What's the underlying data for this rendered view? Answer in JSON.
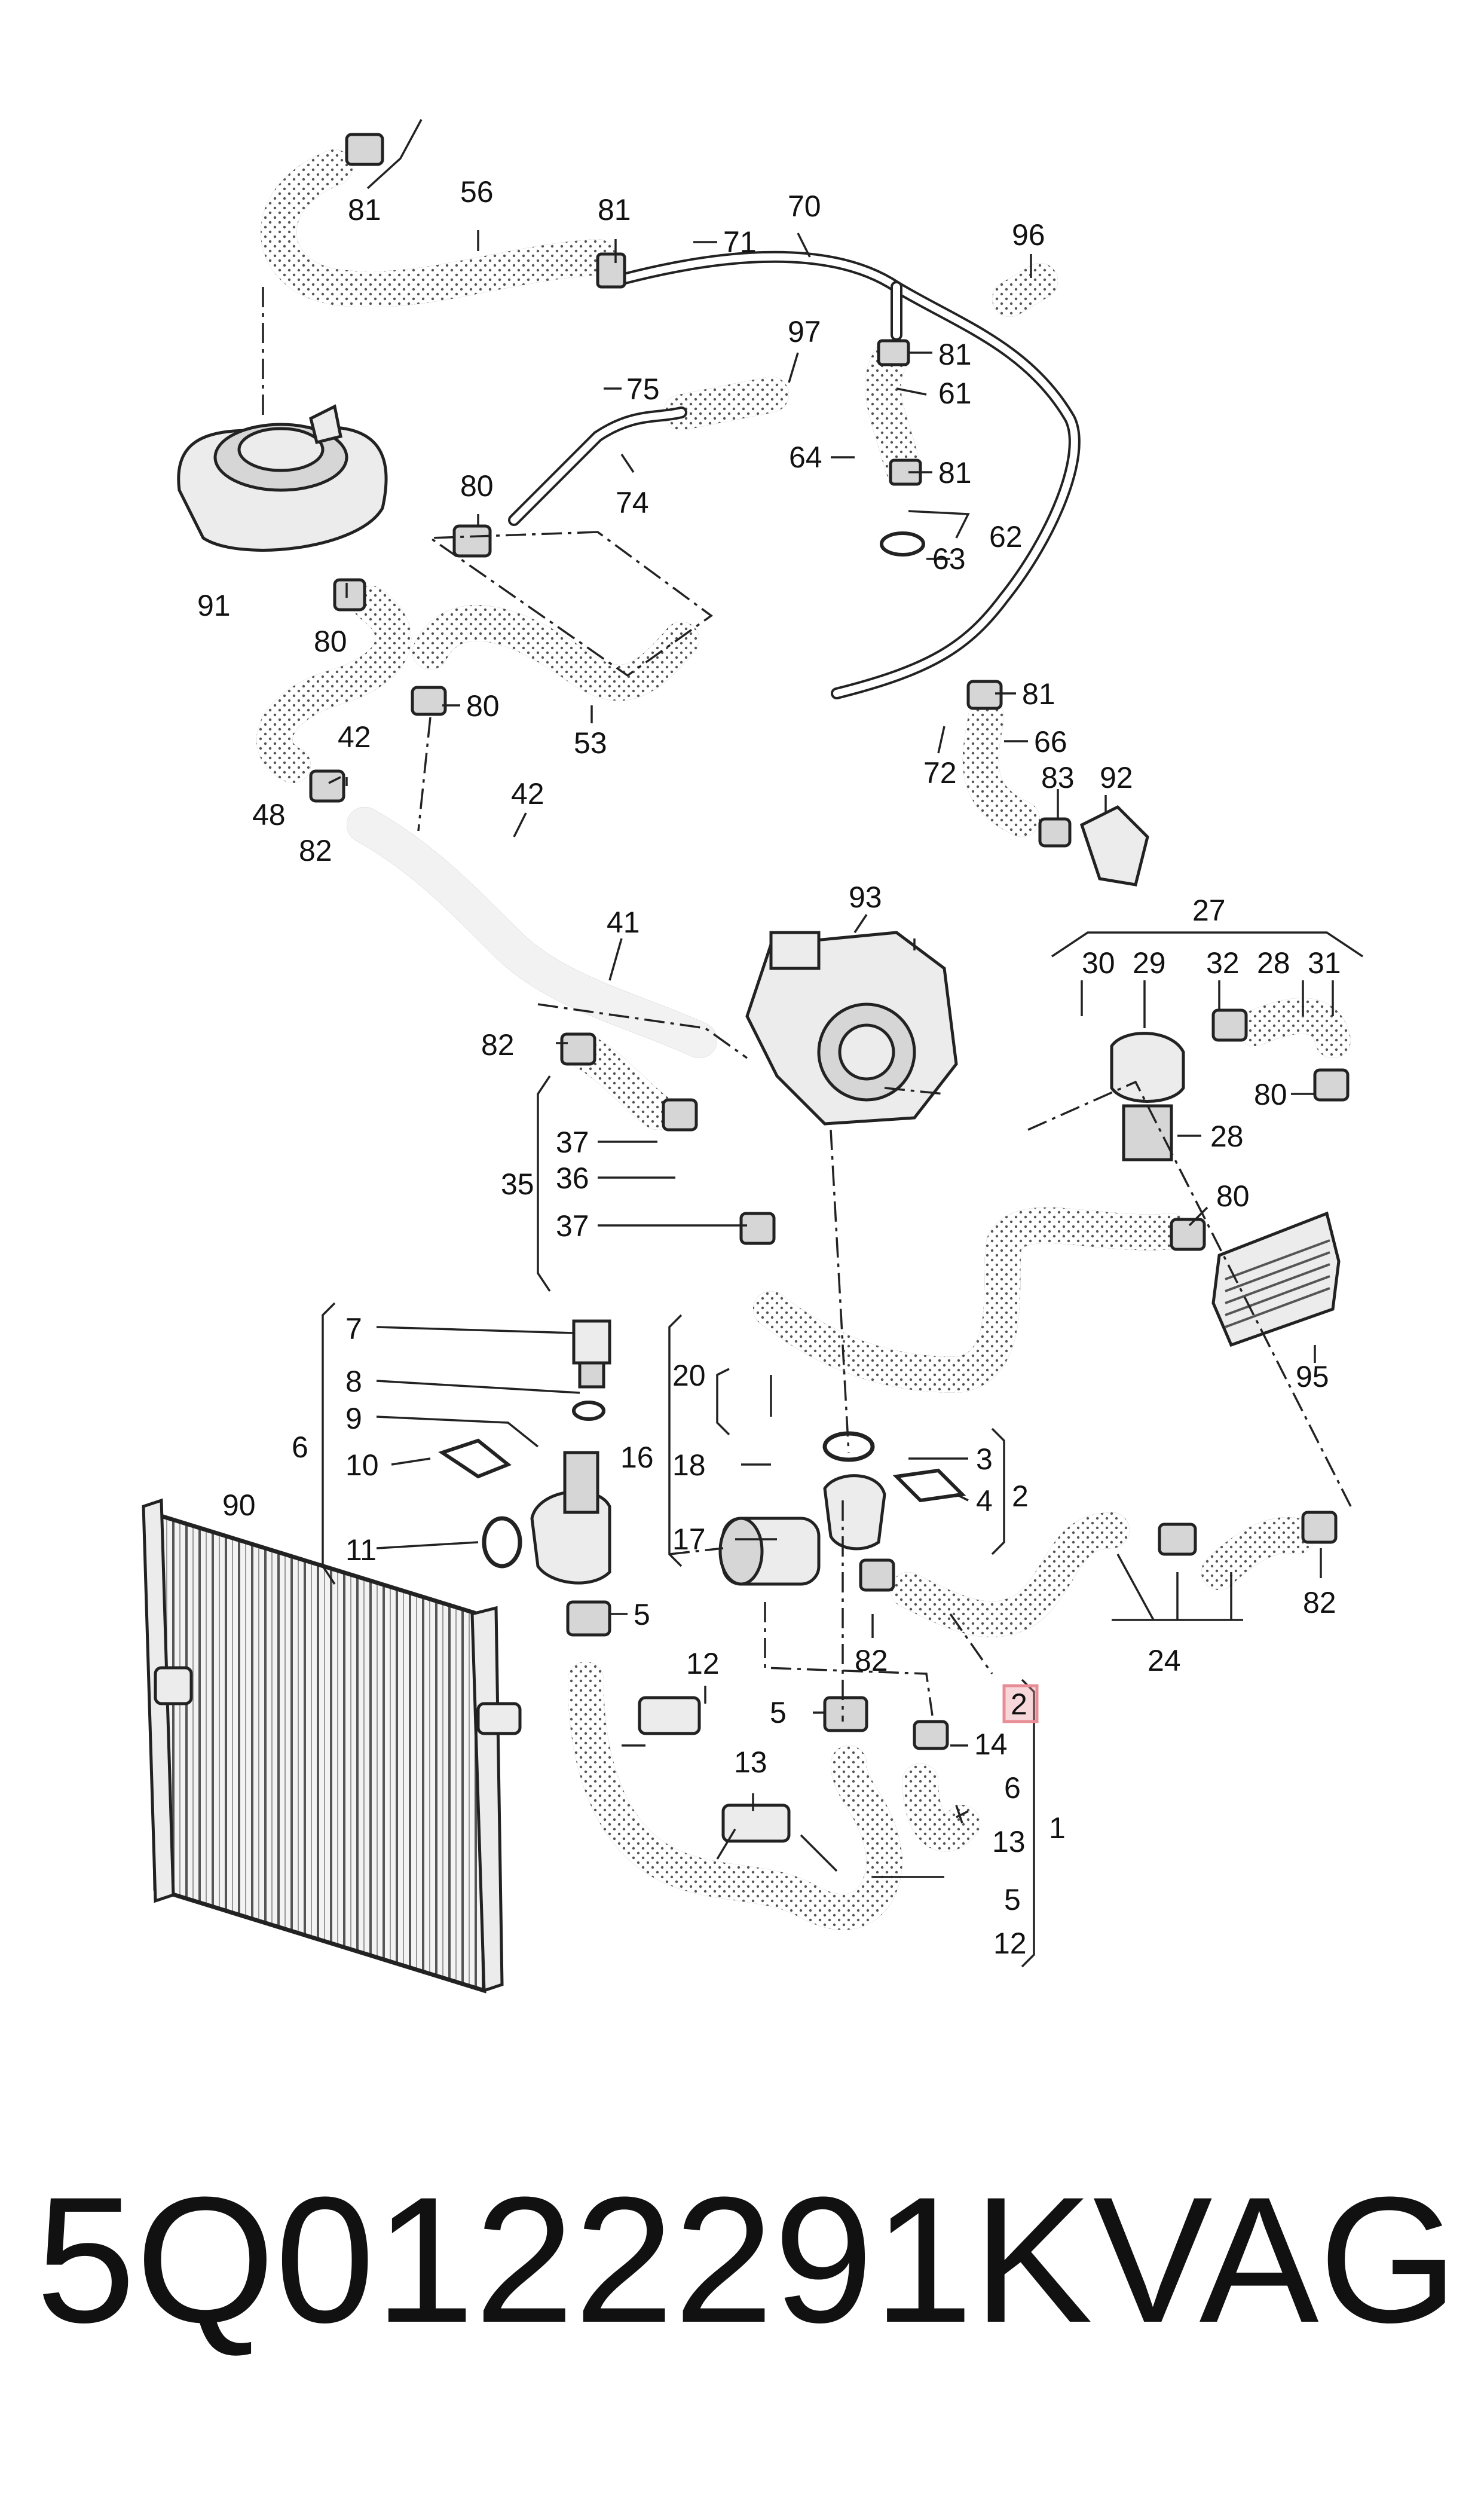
{
  "footer": {
    "part_number": "5Q0122291K",
    "brand": "VAG"
  },
  "highlight_color": "#e88d96",
  "callouts": [
    {
      "id": "c81a",
      "text": "81"
    },
    {
      "id": "c56",
      "text": "56"
    },
    {
      "id": "c81b",
      "text": "81"
    },
    {
      "id": "c71",
      "text": "71"
    },
    {
      "id": "c70",
      "text": "70"
    },
    {
      "id": "c96",
      "text": "96"
    },
    {
      "id": "c97",
      "text": "97"
    },
    {
      "id": "c81c",
      "text": "81"
    },
    {
      "id": "c61",
      "text": "61"
    },
    {
      "id": "c75",
      "text": "75"
    },
    {
      "id": "c64",
      "text": "64"
    },
    {
      "id": "c81d",
      "text": "81"
    },
    {
      "id": "c80a",
      "text": "80"
    },
    {
      "id": "c74",
      "text": "74"
    },
    {
      "id": "c62",
      "text": "62"
    },
    {
      "id": "c63",
      "text": "63"
    },
    {
      "id": "c91",
      "text": "91"
    },
    {
      "id": "c80b",
      "text": "80"
    },
    {
      "id": "c80c",
      "text": "80"
    },
    {
      "id": "c53",
      "text": "53"
    },
    {
      "id": "c81e",
      "text": "81"
    },
    {
      "id": "c66",
      "text": "66"
    },
    {
      "id": "c72",
      "text": "72"
    },
    {
      "id": "c83",
      "text": "83"
    },
    {
      "id": "c92",
      "text": "92"
    },
    {
      "id": "c42a",
      "text": "42"
    },
    {
      "id": "c48",
      "text": "48"
    },
    {
      "id": "c82a",
      "text": "82"
    },
    {
      "id": "c42b",
      "text": "42"
    },
    {
      "id": "c93",
      "text": "93"
    },
    {
      "id": "c41",
      "text": "41"
    },
    {
      "id": "c27",
      "text": "27"
    },
    {
      "id": "c30",
      "text": "30"
    },
    {
      "id": "c29",
      "text": "29"
    },
    {
      "id": "c32",
      "text": "32"
    },
    {
      "id": "c28a",
      "text": "28"
    },
    {
      "id": "c31",
      "text": "31"
    },
    {
      "id": "c82b",
      "text": "82"
    },
    {
      "id": "c80d",
      "text": "80"
    },
    {
      "id": "c28b",
      "text": "28"
    },
    {
      "id": "c37a",
      "text": "37"
    },
    {
      "id": "c35",
      "text": "35"
    },
    {
      "id": "c36",
      "text": "36"
    },
    {
      "id": "c37b",
      "text": "37"
    },
    {
      "id": "c80e",
      "text": "80"
    },
    {
      "id": "c95",
      "text": "95"
    },
    {
      "id": "c7",
      "text": "7"
    },
    {
      "id": "c8",
      "text": "8"
    },
    {
      "id": "c9",
      "text": "9"
    },
    {
      "id": "c6a",
      "text": "6"
    },
    {
      "id": "c10",
      "text": "10"
    },
    {
      "id": "c11",
      "text": "11"
    },
    {
      "id": "c20",
      "text": "20"
    },
    {
      "id": "c16",
      "text": "16"
    },
    {
      "id": "c18",
      "text": "18"
    },
    {
      "id": "c17",
      "text": "17"
    },
    {
      "id": "c3",
      "text": "3"
    },
    {
      "id": "c4",
      "text": "4"
    },
    {
      "id": "c2a",
      "text": "2"
    },
    {
      "id": "c90",
      "text": "90"
    },
    {
      "id": "c5a",
      "text": "5"
    },
    {
      "id": "c82c",
      "text": "82"
    },
    {
      "id": "c24",
      "text": "24"
    },
    {
      "id": "c82d",
      "text": "82"
    },
    {
      "id": "c12a",
      "text": "12"
    },
    {
      "id": "c5b",
      "text": "5"
    },
    {
      "id": "c2b",
      "text": "2"
    },
    {
      "id": "c14",
      "text": "14"
    },
    {
      "id": "c13a",
      "text": "13"
    },
    {
      "id": "c6b",
      "text": "6"
    },
    {
      "id": "c13b",
      "text": "13"
    },
    {
      "id": "c1",
      "text": "1"
    },
    {
      "id": "c5c",
      "text": "5"
    },
    {
      "id": "c12b",
      "text": "12"
    }
  ]
}
